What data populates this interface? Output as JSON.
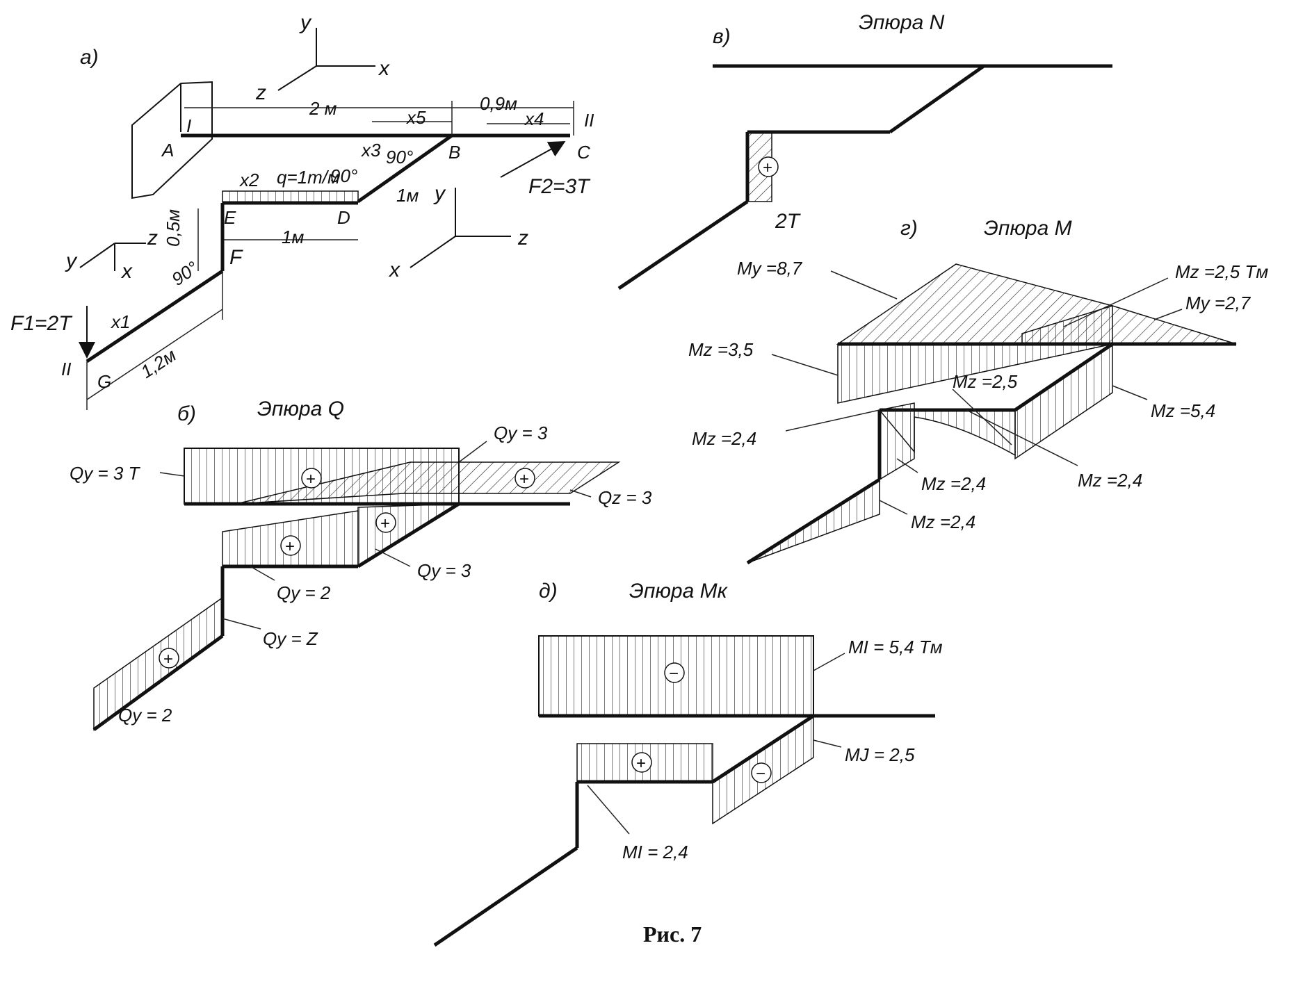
{
  "panels": {
    "a": "а)",
    "b": "б)",
    "v": "в)",
    "g": "г)",
    "d": "д)"
  },
  "titles": {
    "q": "Эпюра Q",
    "n": "Эпюра N",
    "m": "Эпюра M",
    "mk": "Эпюра Mк"
  },
  "scheme": {
    "axes_top": [
      "y",
      "x",
      "z"
    ],
    "axes_mid": [
      "y",
      "z",
      "x"
    ],
    "axes_left": [
      "y",
      "z",
      "x"
    ],
    "points": [
      "A",
      "B",
      "C",
      "D",
      "E",
      "F",
      "G"
    ],
    "sections": [
      "I",
      "II",
      "II"
    ],
    "dims": [
      "2 м",
      "0,9м",
      "1м",
      "1м",
      "0,5м",
      "1,2м"
    ],
    "coords": [
      "x5",
      "x4",
      "x3",
      "x2",
      "x1"
    ],
    "angles": [
      "90°",
      "90°",
      "90°"
    ],
    "load_q": "q=1т/м",
    "force1": "F1=2T",
    "force2": "F2=3T"
  },
  "q_diagram": {
    "labels": [
      "Qy = 3 T",
      "Qy = 3",
      "Qz = 3",
      "Qy = 3",
      "Qy = 2",
      "Qy = Z",
      "Qy = 2"
    ],
    "signs": [
      "+",
      "+",
      "+",
      "+",
      "+"
    ]
  },
  "n_diagram": {
    "labels": [
      "2T"
    ],
    "signs": [
      "+"
    ]
  },
  "m_diagram": {
    "labels": [
      "My =8,7",
      "Mz =2,5 Tм",
      "My =2,7",
      "Mz =3,5",
      "Mz =2,5",
      "Mz =5,4",
      "Mz =2,4",
      "Mz =2,4",
      "Mz =2,4",
      "Mz =2,4"
    ]
  },
  "mk_diagram": {
    "labels": [
      "MI = 5,4 Tм",
      "MJ = 2,5",
      "MI = 2,4"
    ],
    "signs": [
      "−",
      "+",
      "−"
    ]
  },
  "caption": "Рис. 7"
}
